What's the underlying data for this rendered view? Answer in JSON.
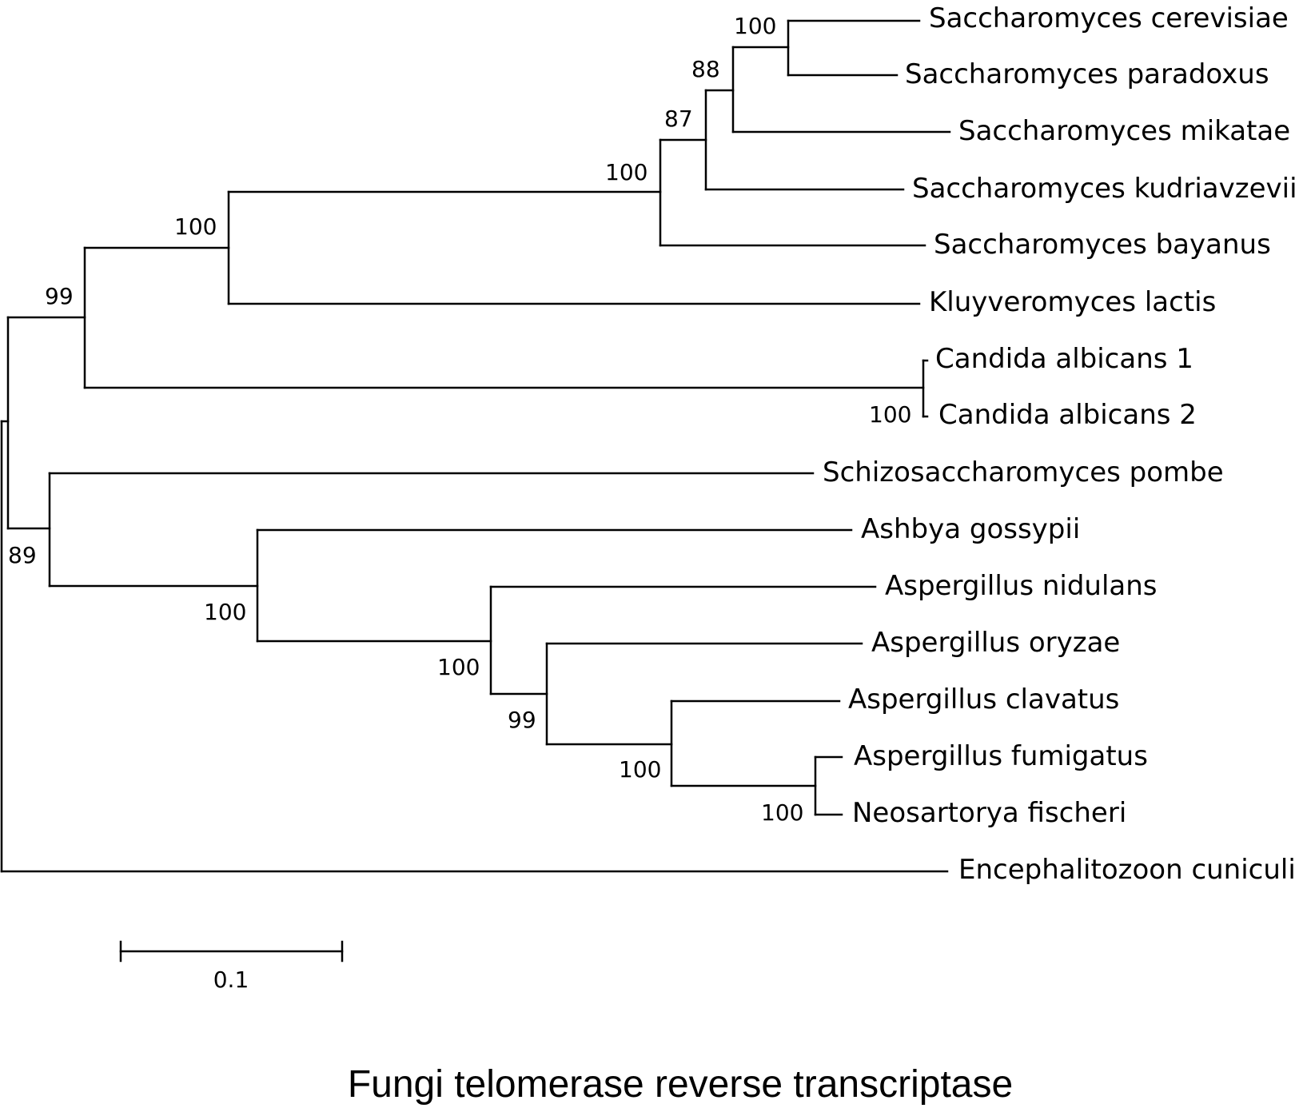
{
  "tree": {
    "taxa": [
      "Saccharomyces cerevisiae",
      "Saccharomyces paradoxus",
      "Saccharomyces mikatae",
      "Saccharomyces kudriavzevii",
      "Saccharomyces bayanus",
      "Kluyveromyces lactis",
      "Candida albicans 1",
      "Candida albicans 2",
      "Schizosaccharomyces pombe",
      "Ashbya gossypii",
      "Aspergillus nidulans",
      "Aspergillus oryzae",
      "Aspergillus clavatus",
      "Aspergillus fumigatus",
      "Neosartorya fischeri",
      "Encephalitozoon cuniculi"
    ],
    "bootstrap": {
      "cerevisiae_paradoxus": "100",
      "with_mikatae": "88",
      "with_kudriavzevii": "87",
      "saccharomyces_clade": "100",
      "with_kluyveromyces": "100",
      "with_candida": "99",
      "candida_pair": "100",
      "pombe_group": "89",
      "ashbya_aspergillus": "100",
      "aspergillus_clade": "100",
      "oryzae_group": "99",
      "clavatus_group": "100",
      "fumigatus_fischeri": "100"
    },
    "scale_bar_label": "0.1"
  },
  "caption": "Fungi telomerase reverse transcriptase"
}
